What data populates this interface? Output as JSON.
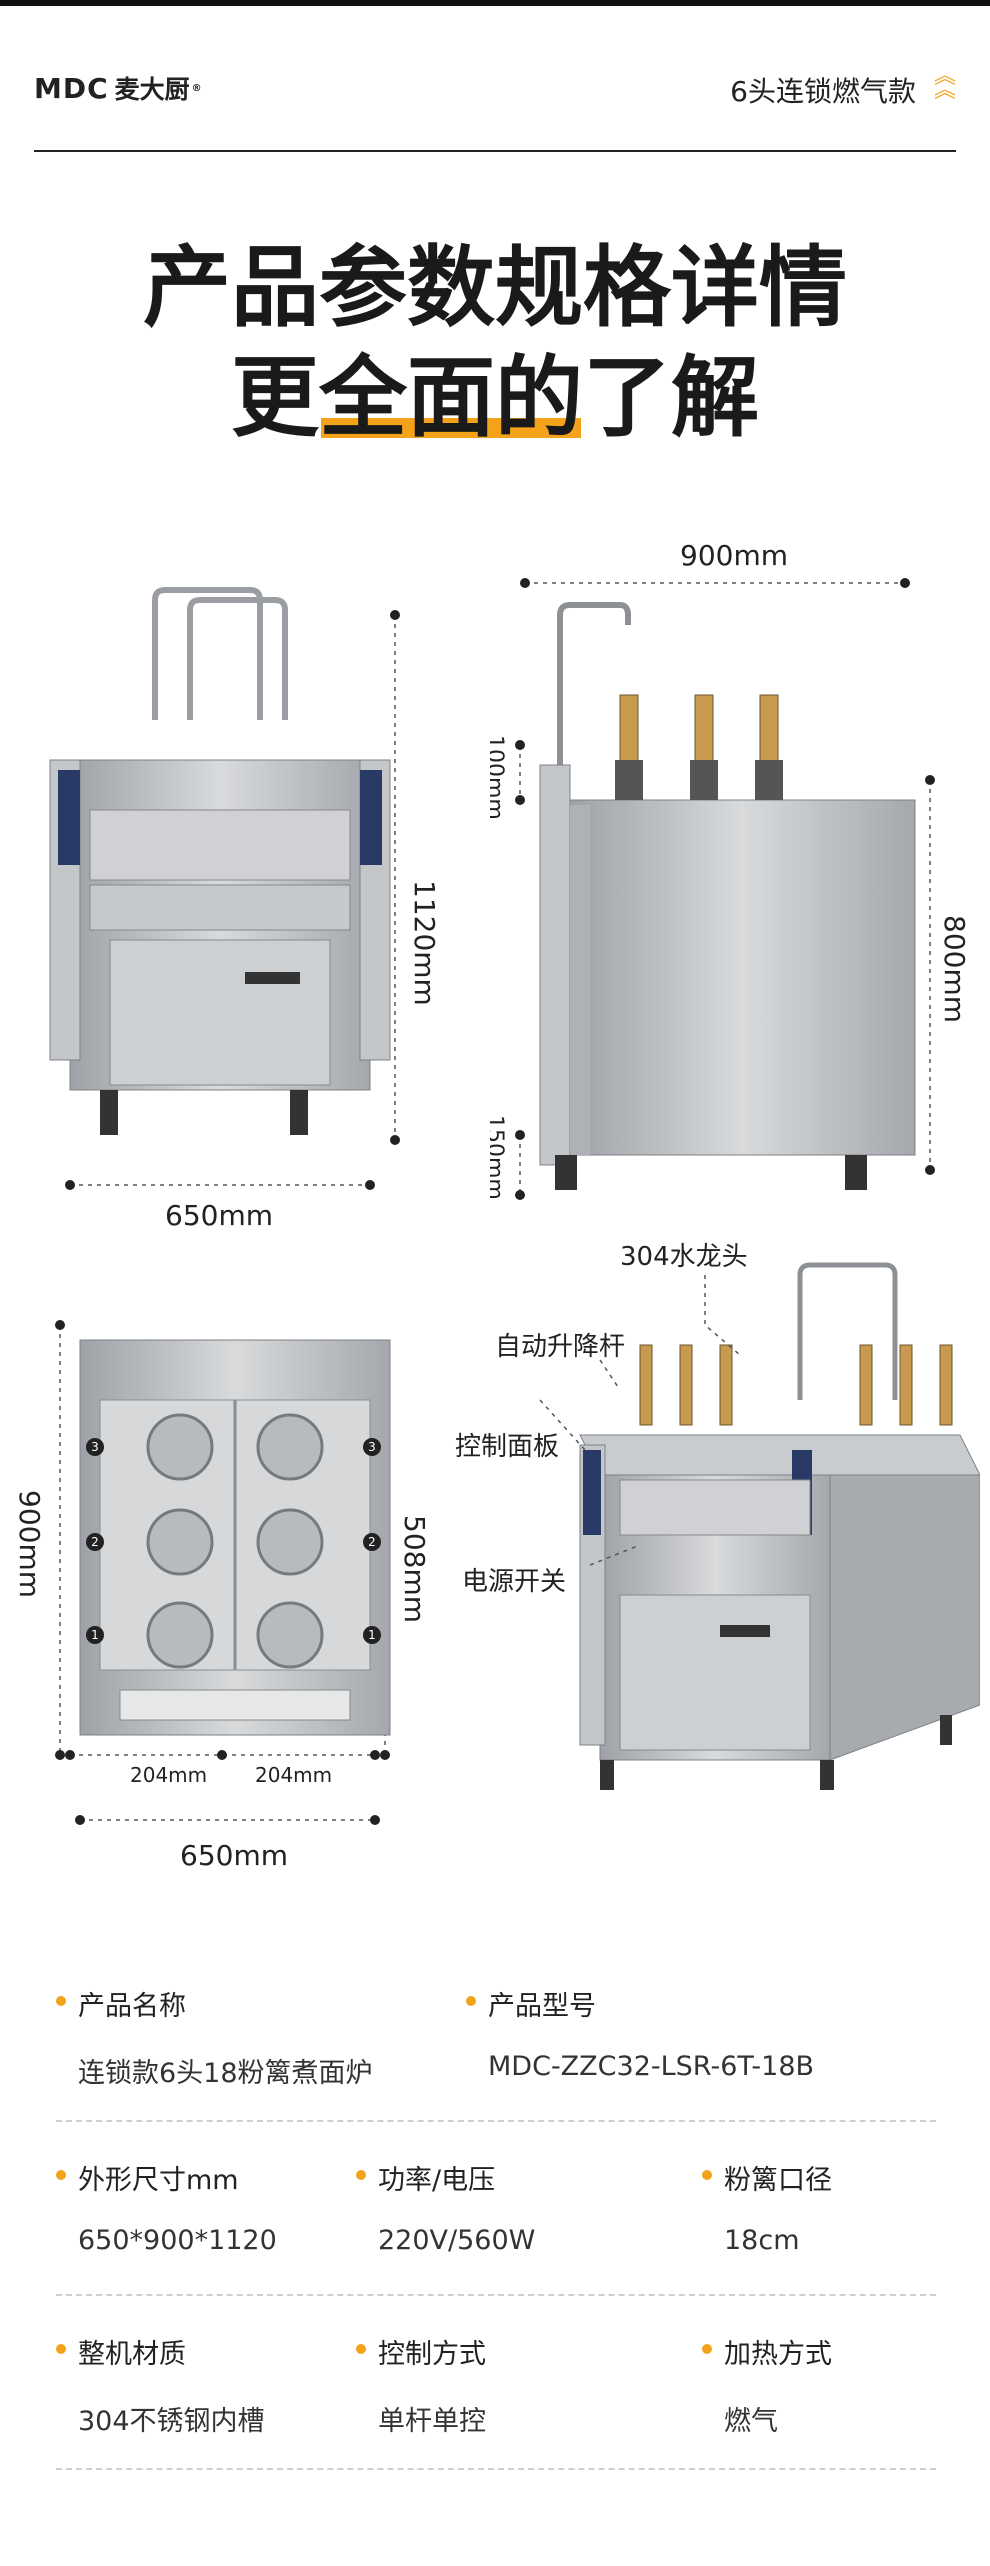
{
  "header": {
    "logo_latin": "MDC",
    "logo_cn": "麦大厨",
    "logo_mark": "®",
    "title": "6头连锁燃气款"
  },
  "headline": {
    "line1": "产品参数规格详情",
    "line2_prefix": "更",
    "line2_highlight": "全面的",
    "line2_suffix": "了解"
  },
  "dimensions": {
    "front_height": "1120mm",
    "front_width": "650mm",
    "side_width": "900mm",
    "side_top": "100mm",
    "side_body": "800mm",
    "side_leg": "150mm",
    "top_depth": "900mm",
    "top_inner": "508mm",
    "top_col1": "204mm",
    "top_col2": "204mm",
    "top_width": "650mm",
    "basket_numbers": [
      "3",
      "2",
      "1"
    ]
  },
  "callouts": {
    "faucet": "304水龙头",
    "lift": "自动升降杆",
    "panel": "控制面板",
    "power": "电源开关"
  },
  "specs": [
    [
      {
        "label": "产品名称",
        "value": "连锁款6头18粉篱煮面炉"
      },
      {
        "label": "产品型号",
        "value": "MDC-ZZC32-LSR-6T-18B"
      }
    ],
    [
      {
        "label": "外形尺寸mm",
        "value": "650*900*1120"
      },
      {
        "label": "功率/电压",
        "value": "220V/560W"
      },
      {
        "label": "粉篱口径",
        "value": "18cm"
      }
    ],
    [
      {
        "label": "整机材质",
        "value": "304不锈钢内槽"
      },
      {
        "label": "控制方式",
        "value": "单杆单控"
      },
      {
        "label": "加热方式",
        "value": "燃气"
      }
    ]
  ],
  "colors": {
    "accent": "#f5a21b",
    "steel": "#b9bcc0"
  }
}
